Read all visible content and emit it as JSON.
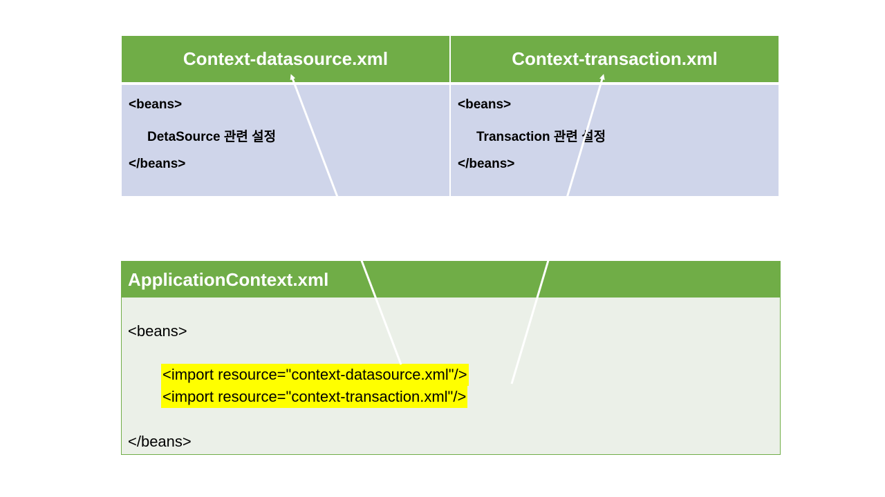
{
  "top": {
    "left": {
      "title": "Context-datasource.xml",
      "open_tag": "<beans>",
      "content": "DetaSource 관련 설정",
      "close_tag": "</beans>"
    },
    "right": {
      "title": "Context-transaction.xml",
      "open_tag": "<beans>",
      "content": "Transaction 관련 설정",
      "close_tag": "</beans>"
    }
  },
  "bottom": {
    "title": "ApplicationContext.xml",
    "open_tag": "<beans>",
    "imports": [
      "<import resource=\"context-datasource.xml\"/>",
      "<import resource=\"context-transaction.xml\"/>"
    ],
    "close_tag": "</beans>"
  },
  "colors": {
    "header_green": "#70ad47",
    "top_body": "#cfd5ea",
    "bottom_body": "#ebf0e8",
    "highlight": "#ffff00"
  }
}
